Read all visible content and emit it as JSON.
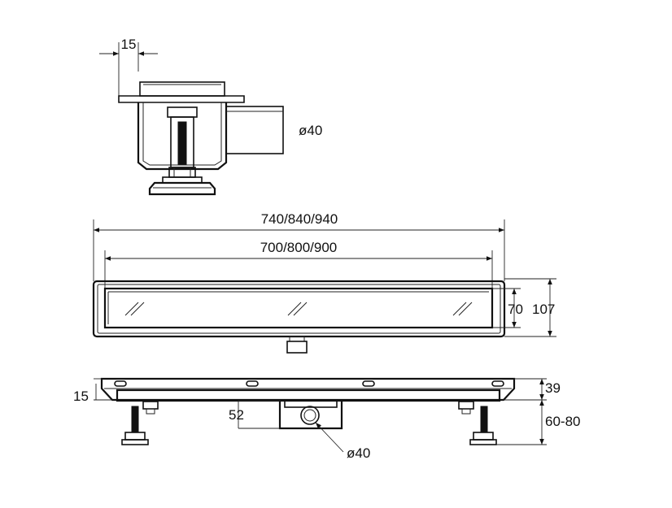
{
  "labels": {
    "top_width": "15",
    "top_outlet": "ø40",
    "outer_length": "740/840/940",
    "inner_length": "700/800/900",
    "inner_width": "70",
    "outer_width": "107",
    "side_flange": "15",
    "body_depth": "39",
    "leg_height": "60-80",
    "outlet_drop": "52",
    "side_outlet": "ø40"
  },
  "colors": {
    "line": "#111111",
    "background": "#ffffff"
  }
}
